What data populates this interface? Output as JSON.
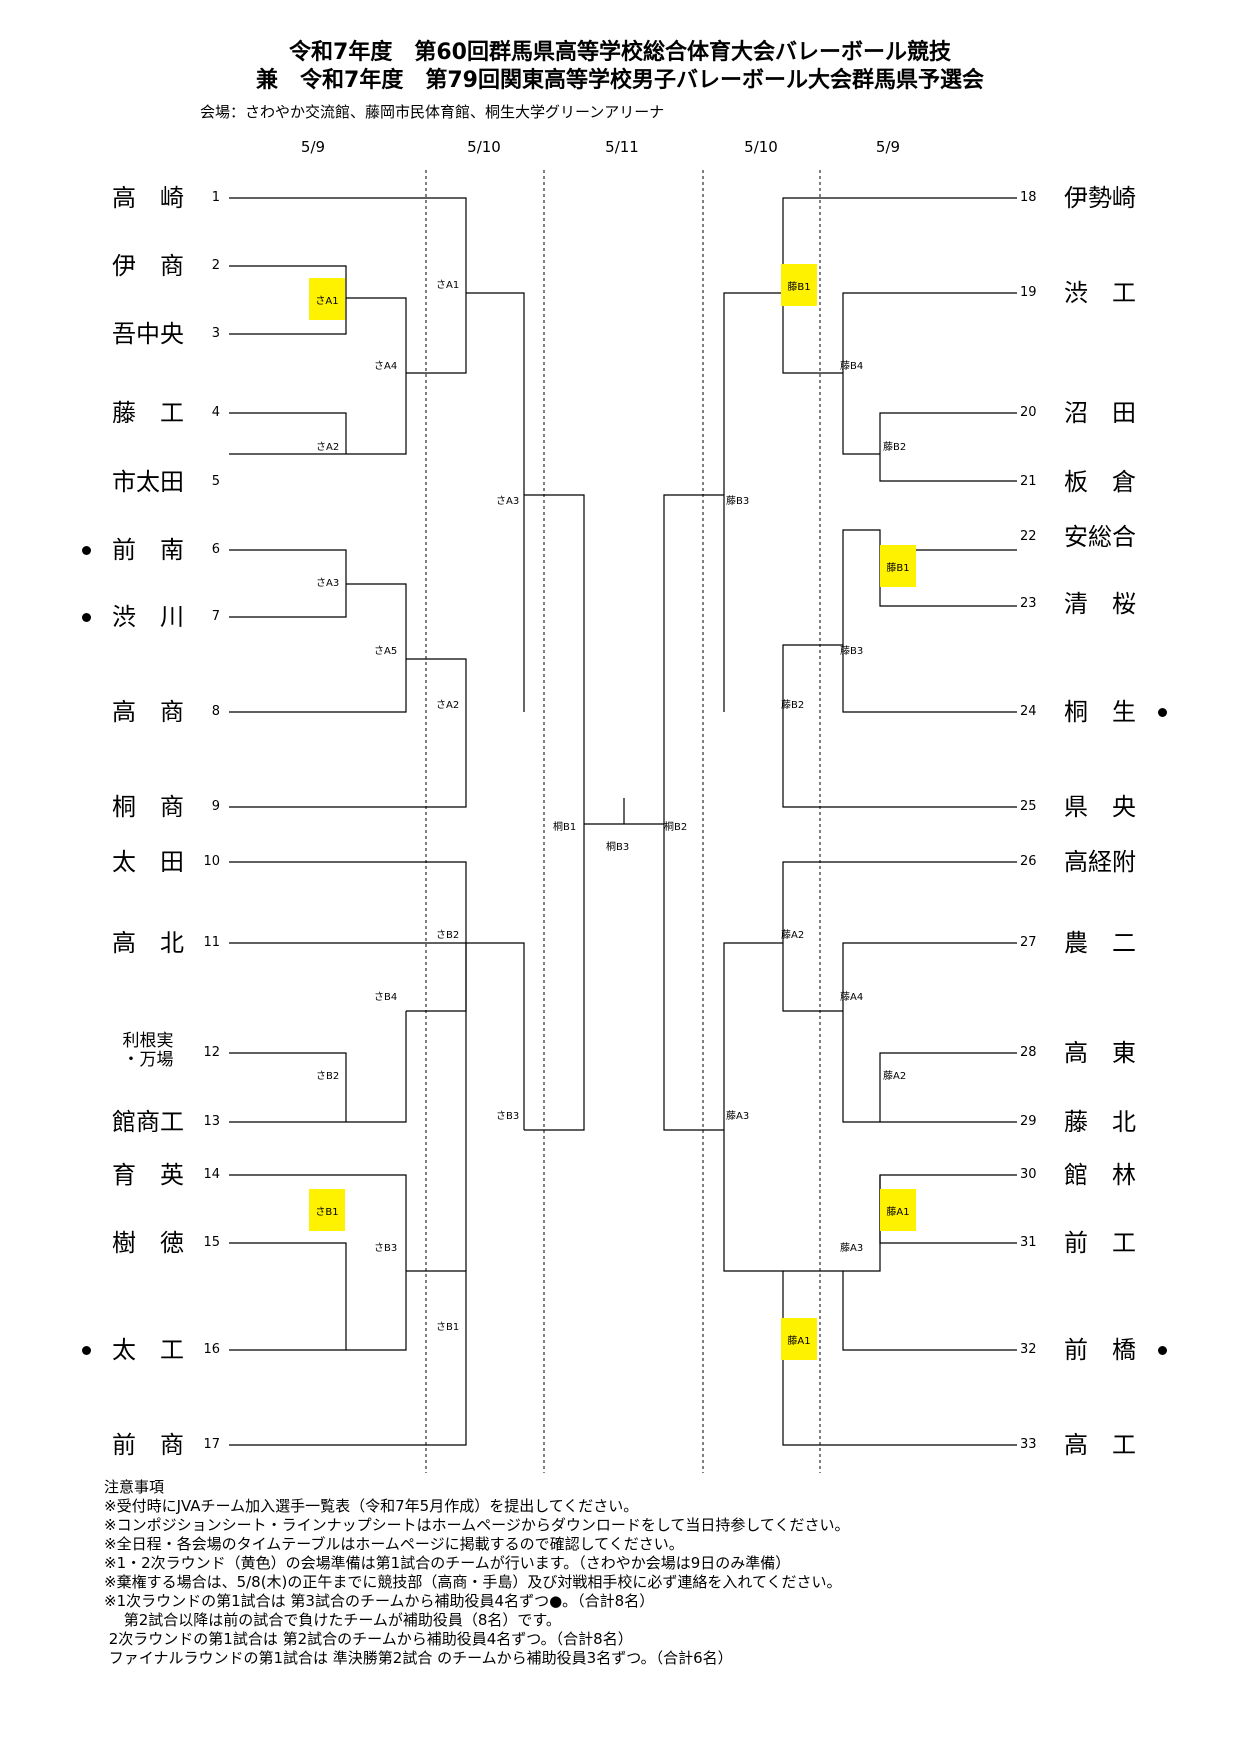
{
  "title_line1": "令和7年度　第60回群馬県高等学校総合体育大会バレーボール競技",
  "title_line2": "兼　令和7年度　第79回関東高等学校男子バレーボール大会群馬県予選会",
  "venue": "会場：さわやか交流館、藤岡市民体育館、桐生大学グリーンアリーナ",
  "dates": [
    "5/9",
    "5/10",
    "5/11",
    "5/10",
    "5/9"
  ],
  "teams_left": [
    {
      "num": "1",
      "name": "高　崎"
    },
    {
      "num": "2",
      "name": "伊　商"
    },
    {
      "num": "3",
      "name": "吾中央"
    },
    {
      "num": "4",
      "name": "藤　工"
    },
    {
      "num": "5",
      "name": "市太田"
    },
    {
      "num": "6",
      "name": "前　南"
    },
    {
      "num": "7",
      "name": "渋　川"
    },
    {
      "num": "8",
      "name": "高　商"
    },
    {
      "num": "9",
      "name": "桐　商"
    },
    {
      "num": "10",
      "name": "太　田"
    },
    {
      "num": "11",
      "name": "高　北"
    },
    {
      "num": "12",
      "name": "利根実\n・万場"
    },
    {
      "num": "13",
      "name": "館商工"
    },
    {
      "num": "14",
      "name": "育　英"
    },
    {
      "num": "15",
      "name": "樹　徳"
    },
    {
      "num": "16",
      "name": "太　工"
    },
    {
      "num": "17",
      "name": "前　商"
    }
  ],
  "teams_right": [
    {
      "num": "18",
      "name": "伊勢崎"
    },
    {
      "num": "19",
      "name": "渋　工"
    },
    {
      "num": "20",
      "name": "沼　田"
    },
    {
      "num": "21",
      "name": "板　倉"
    },
    {
      "num": "22",
      "name": "安総合"
    },
    {
      "num": "23",
      "name": "清　桜"
    },
    {
      "num": "24",
      "name": "桐　生"
    },
    {
      "num": "25",
      "name": "県　央"
    },
    {
      "num": "26",
      "name": "高経附"
    },
    {
      "num": "27",
      "name": "農　二"
    },
    {
      "num": "28",
      "name": "高　東"
    },
    {
      "num": "29",
      "name": "藤　北"
    },
    {
      "num": "30",
      "name": "館　林"
    },
    {
      "num": "31",
      "name": "前　工"
    },
    {
      "num": "32",
      "name": "前　橋"
    },
    {
      "num": "33",
      "name": "高　工"
    }
  ],
  "matches": {
    "saA1": "さA1",
    "saA2": "さA2",
    "saA3": "さA3",
    "saA4": "さA4",
    "saA5": "さA5",
    "saB1": "さB1",
    "saB2": "さB2",
    "saB3": "さB3",
    "saB4": "さB4",
    "fujiA1": "藤A1",
    "fujiA2": "藤A2",
    "fujiA3": "藤A3",
    "fujiA4": "藤A4",
    "fujiB1": "藤B1",
    "fujiB2": "藤B2",
    "fujiB3": "藤B3",
    "fujiB4": "藤B4",
    "kiriB1": "桐B1",
    "kiriB2": "桐B2",
    "kiriB3": "桐B3"
  },
  "notes": [
    "注意事項",
    "※受付時にJVAチーム加入選手一覧表（令和7年5月作成）を提出してください。",
    "※コンポジションシート・ラインナップシートはホームページからダウンロードをして当日持参してください。",
    "※全日程・各会場のタイムテーブルはホームページに掲載するので確認してください。",
    "※1・2次ラウンド（黄色）の会場準備は第1試合のチームが行います。（さわやか会場は9日のみ準備）",
    "※棄権する場合は、5/8(木)の正午までに競技部（高商・手島）及び対戦相手校に必ず連絡を入れてください。",
    "※1次ラウンドの第1試合は 第3試合のチームから補助役員4名ずつ●。（合計8名）",
    "　 第2試合以降は前の試合で負けたチームが補助役員（8名）です。",
    " 2次ラウンドの第1試合は 第2試合のチームから補助役員4名ずつ。（合計8名）",
    " ファイナルラウンドの第1試合は 準決勝第2試合 のチームから補助役員3名ずつ。（合計6名）"
  ],
  "colors": {
    "highlight": "#fff200",
    "line": "#000000"
  }
}
